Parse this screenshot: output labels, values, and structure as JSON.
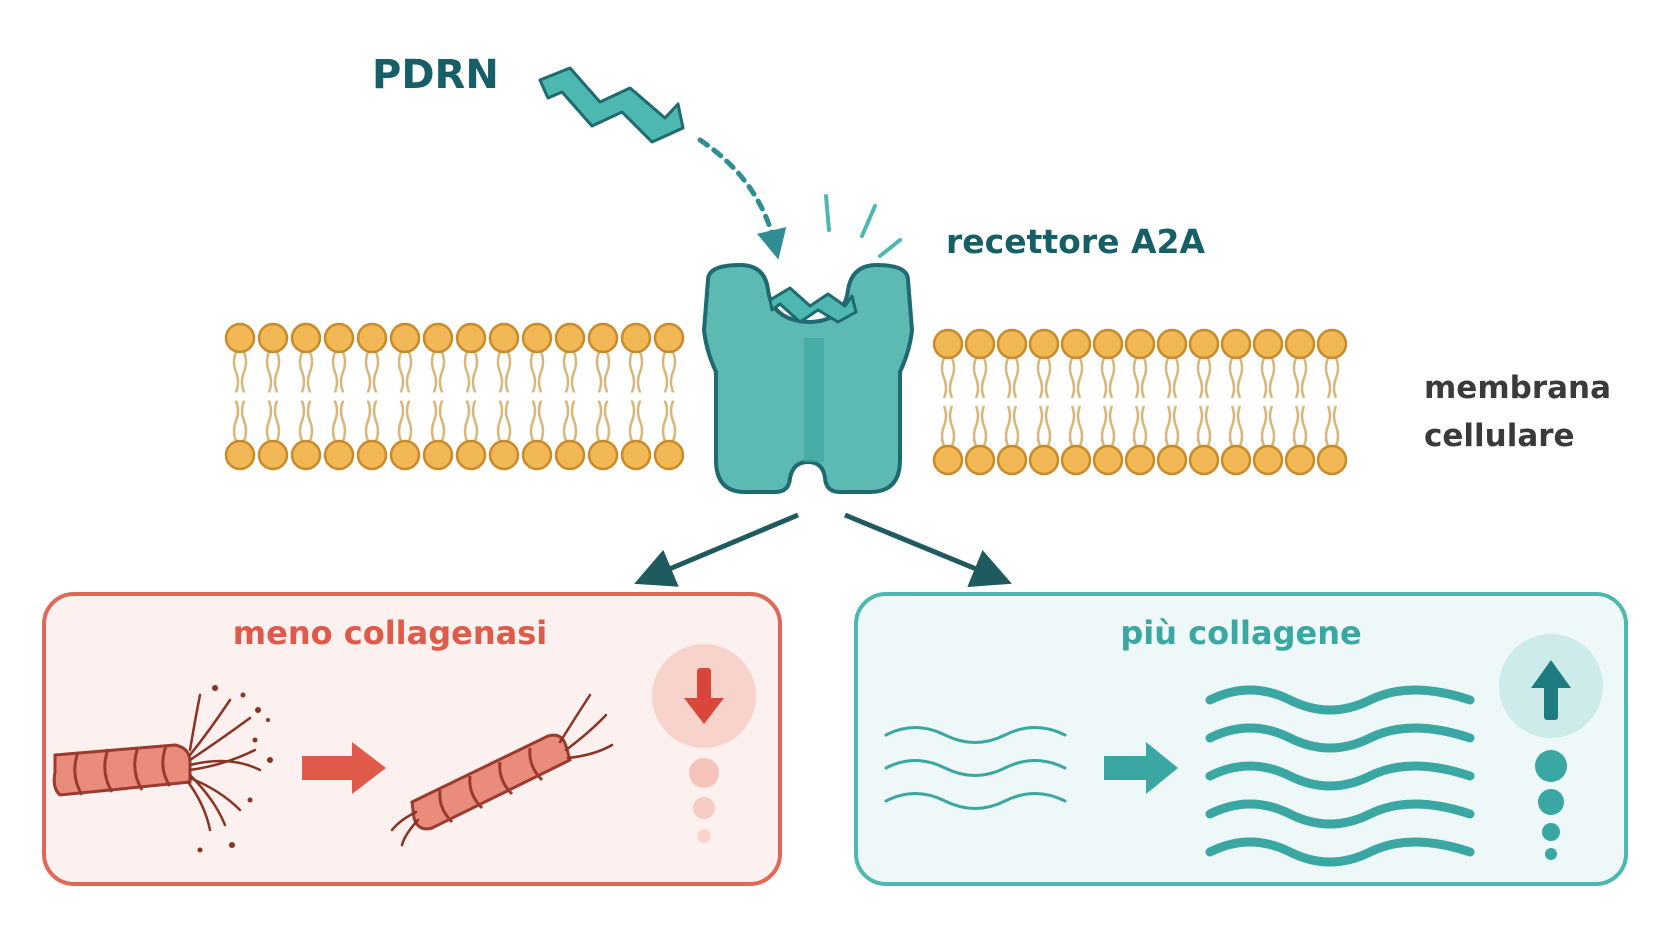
{
  "labels": {
    "ligand": "PDRN",
    "receptor": "recettore A2A",
    "membrane_line1": "membrana",
    "membrane_line2": "cellulare",
    "left_panel_title": "meno collagenasi",
    "right_panel_title": "più collagene"
  },
  "colors": {
    "teal": "#4db8b0",
    "teal_dark": "#1e6a70",
    "teal_text": "#175f66",
    "coral": "#e06858",
    "coral_text": "#e05a4a",
    "lipid_head": "#f2b855",
    "lipid_tail": "#d9b77a",
    "membrane_text": "#3a3a3a",
    "left_panel_bg": "#fdf1ef",
    "right_panel_bg": "#eef8f8"
  },
  "icons": {
    "ligand": "pdrn-zigzag-icon",
    "receptor": "a2a-receptor-icon",
    "decrease": "down-arrow-icon",
    "increase": "up-arrow-icon",
    "degraded_fiber": "frayed-collagen-fiber-icon",
    "dense_fibers": "wavy-collagen-fibers-icon"
  }
}
